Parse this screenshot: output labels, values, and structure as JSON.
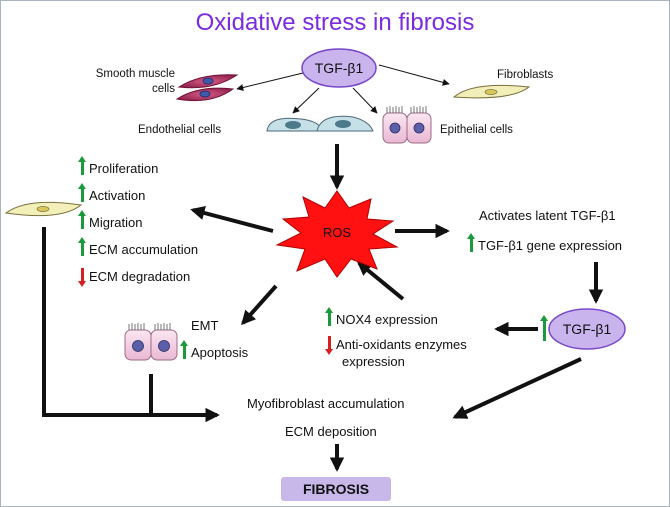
{
  "title": "Oxidative stress in fibrosis",
  "nodes": {
    "tgf_top": "TGF-β1",
    "tgf_right": "TGF-β1",
    "ros": "ROS",
    "fibrosis": "FIBROSIS"
  },
  "cells": {
    "smooth_muscle_line1": "Smooth muscle",
    "smooth_muscle_line2": "cells",
    "fibroblasts": "Fibroblasts",
    "endothelial": "Endothelial cells",
    "epithelial": "Epithelial cells"
  },
  "effects_left": [
    {
      "dir": "up",
      "text": "Proliferation"
    },
    {
      "dir": "up",
      "text": "Activation"
    },
    {
      "dir": "up",
      "text": "Migration"
    },
    {
      "dir": "up",
      "text": "ECM accumulation"
    },
    {
      "dir": "down",
      "text": "ECM degradation"
    }
  ],
  "effects_right": {
    "activates": "Activates latent TGF-β1",
    "gene_expression": "TGF-β1 gene expression"
  },
  "effects_middle": {
    "nox4": "NOX4 expression",
    "antiox_line1": "Anti-oxidants enzymes",
    "antiox_line2": "expression"
  },
  "emt": {
    "emt": "EMT",
    "apoptosis": "Apoptosis"
  },
  "outcomes": {
    "myofibroblast": "Myofibroblast accumulation",
    "ecm": "ECM deposition"
  },
  "colors": {
    "title": "#7a2be0",
    "ellipse_fill": "#c9b4ee",
    "ellipse_stroke": "#7a48c8",
    "ros_fill": "#ff1111",
    "up_arrow": "#1a9a3a",
    "down_arrow": "#d62020",
    "fibrosis_box": "#c8b8ea"
  }
}
